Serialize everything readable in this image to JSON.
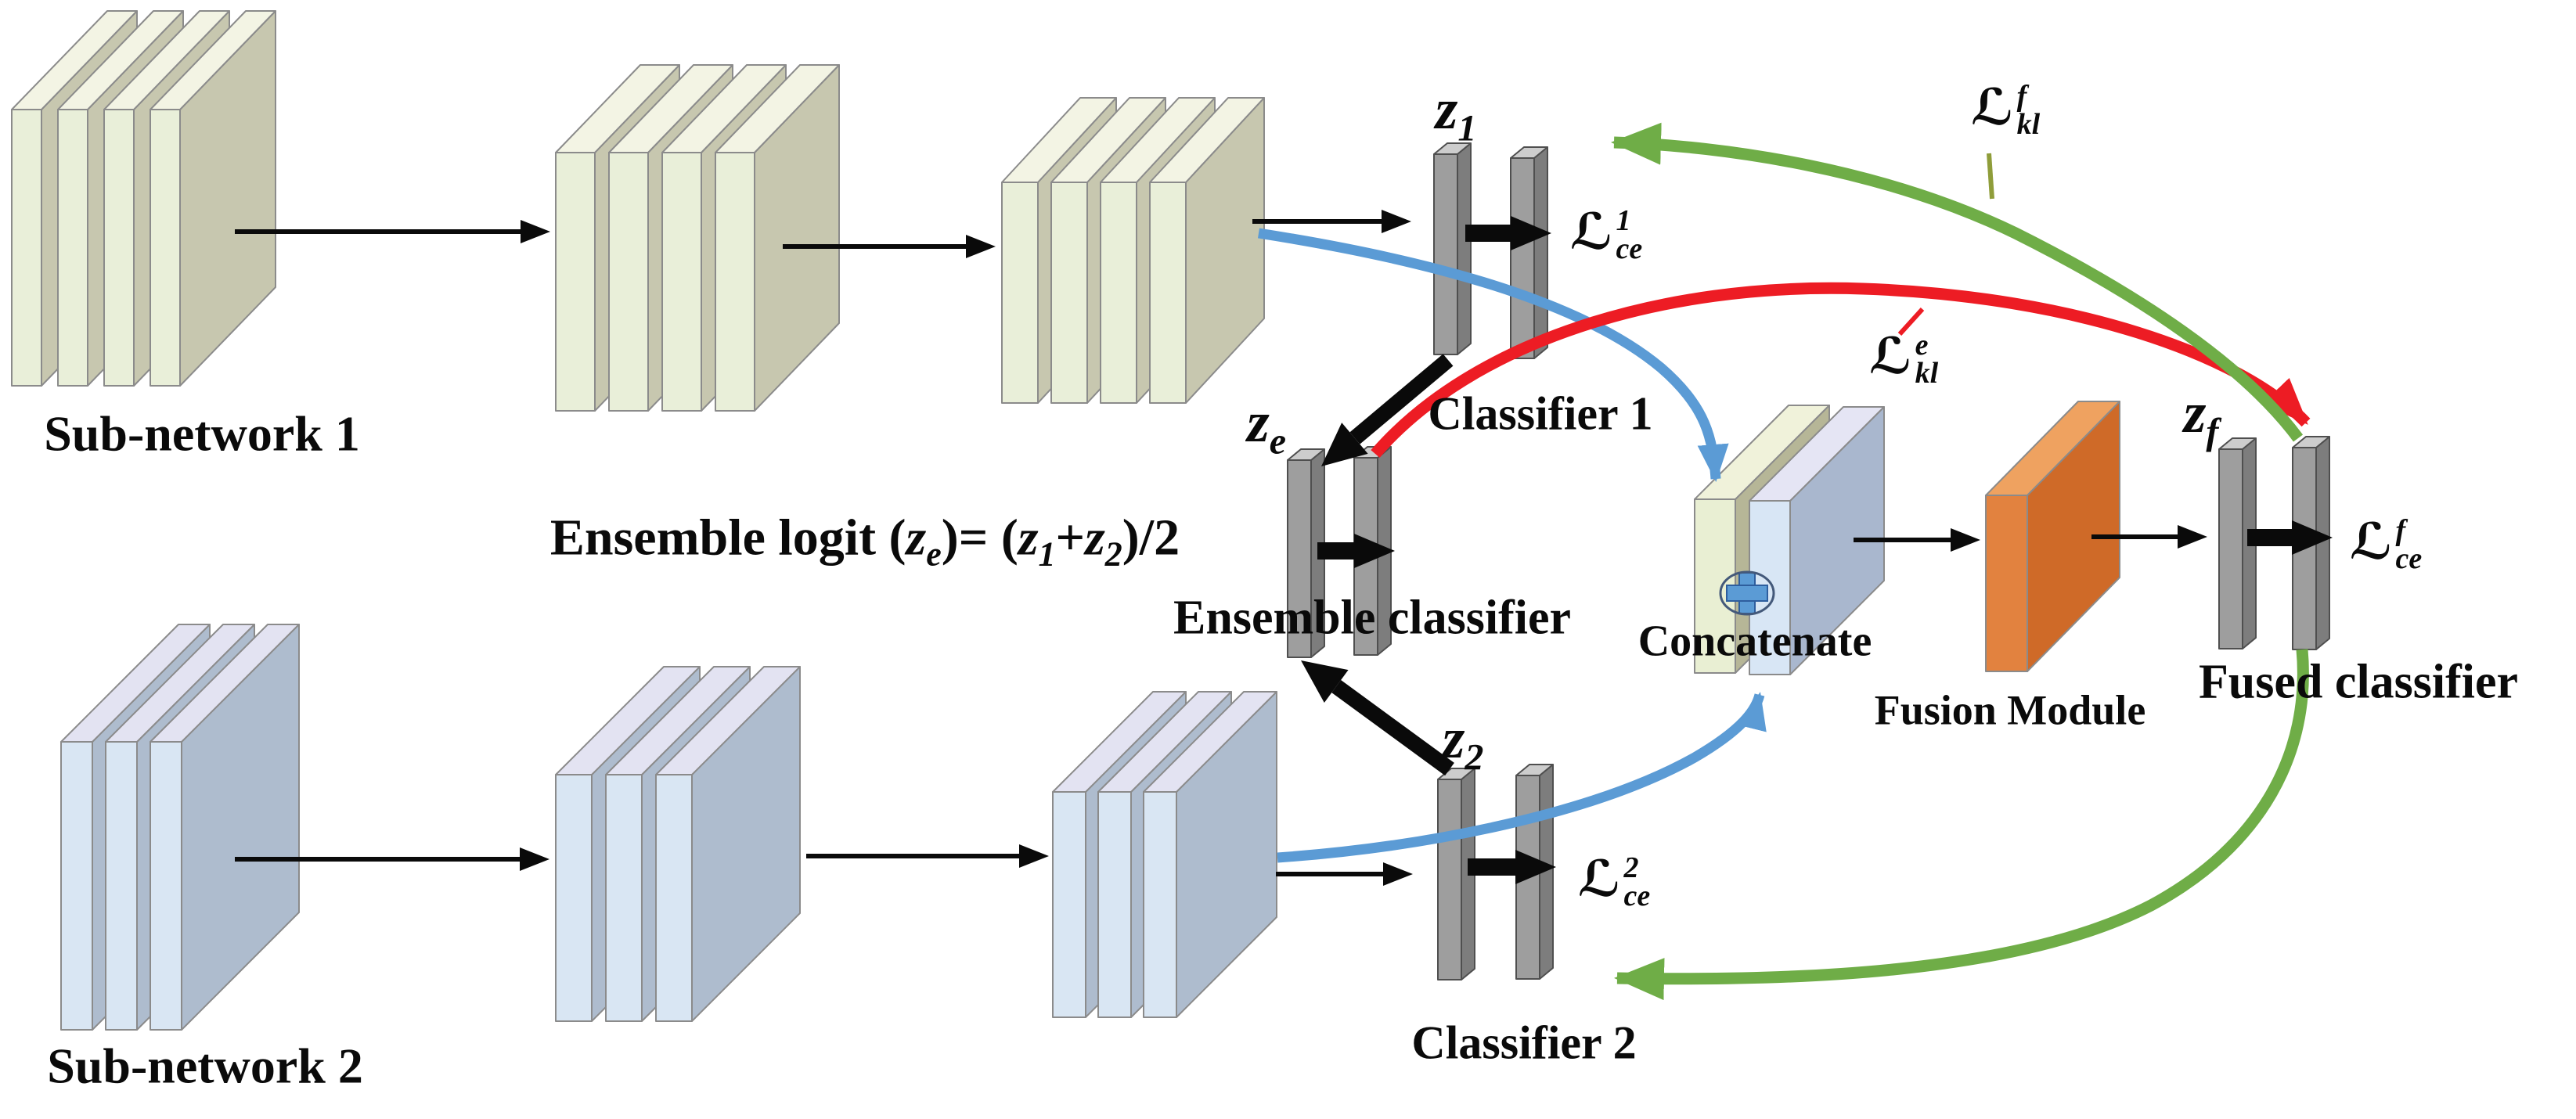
{
  "figure": {
    "description": "Two-branch ensemble knowledge distillation network diagram"
  },
  "labels": {
    "subnetwork1": "Sub-network 1",
    "subnetwork2": "Sub-network 2",
    "classifier1": "Classifier 1",
    "classifier2": "Classifier 2",
    "ensemble_classifier": "Ensemble classifier",
    "fused_classifier": "Fused classifier",
    "concatenate": "Concatenate",
    "fusion_module": "Fusion Module"
  },
  "formula": {
    "prefix": "Ensemble logit (",
    "z": "z",
    "sub_e": "e",
    "eq": ")= (",
    "sub_1": "1",
    "plus": "+",
    "sub_2": "2",
    "suffix": ")/2"
  },
  "logits": {
    "z1": {
      "base": "z",
      "sub": "1"
    },
    "z2": {
      "base": "z",
      "sub": "2"
    },
    "ze": {
      "base": "z",
      "sub": "e"
    },
    "zf": {
      "base": "z",
      "sub": "f"
    }
  },
  "losses": {
    "ce1": {
      "L": "ℒ",
      "sup": "1",
      "sub": "ce"
    },
    "ce2": {
      "L": "ℒ",
      "sup": "2",
      "sub": "ce"
    },
    "cef": {
      "L": "ℒ",
      "sup": "f",
      "sub": "ce"
    },
    "kle": {
      "L": "ℒ",
      "sup": "e",
      "sub": "kl"
    },
    "klf": {
      "L": "ℒ",
      "sup": "f",
      "sub": "kl"
    }
  },
  "icons": {
    "concat_plus": "circled-plus concatenation icon"
  },
  "colors": {
    "black": "#0a0a0a",
    "outline_soft": "#8b8b8b",
    "bar_outline": "#4f4f4f",
    "curve_blue": "#5b9bd5",
    "curve_green": "#6fad47",
    "curve_red": "#ed1c24",
    "tick_olive": "#8f9d3a",
    "net1_front": "#e9efd9",
    "net1_top": "#f3f4e4",
    "net1_side": "#c7c7af",
    "net2_front": "#d9e6f3",
    "net2_top": "#e3e3f2",
    "net2_side": "#aebcce",
    "bar_front": "#9e9e9e",
    "bar_top": "#cdcdcd",
    "bar_side": "#7d7d7d",
    "fusion_front": "#e2823f",
    "fusion_top": "#efa260",
    "fusion_side": "#cf6a28",
    "concat_green_front": "#e9efd3",
    "concat_green_top": "#f0f2da",
    "concat_green_side": "#b6b697",
    "concat_blue_front": "#d8e6f5",
    "concat_blue_top": "#e5e5f4",
    "concat_blue_side": "#a9b7ce",
    "plus_fill": "#5b9bd5",
    "plus_stroke": "#2e5e9e",
    "plus_ring": "#44597a"
  }
}
